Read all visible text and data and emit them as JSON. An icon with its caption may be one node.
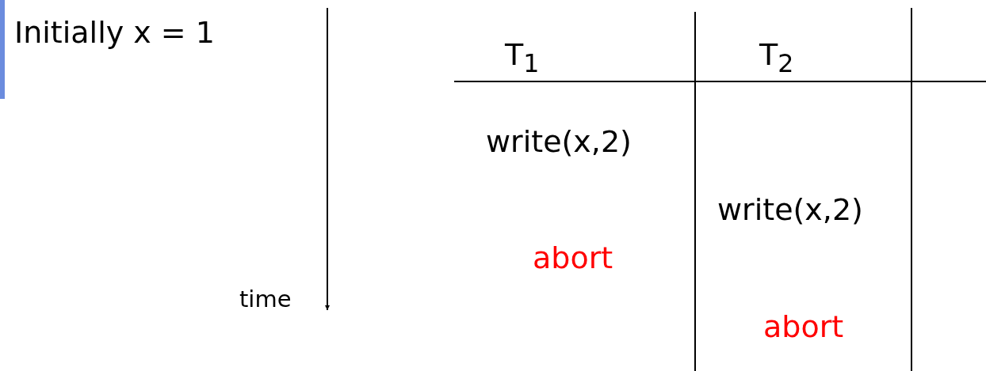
{
  "diagram": {
    "labels": [
      "Initially x = 1",
      "time",
      "T$_{1}$",
      "T$_{2}$",
      "write(x,2)",
      "write(x,2)",
      "abort",
      "abort"
    ]
  }
}
